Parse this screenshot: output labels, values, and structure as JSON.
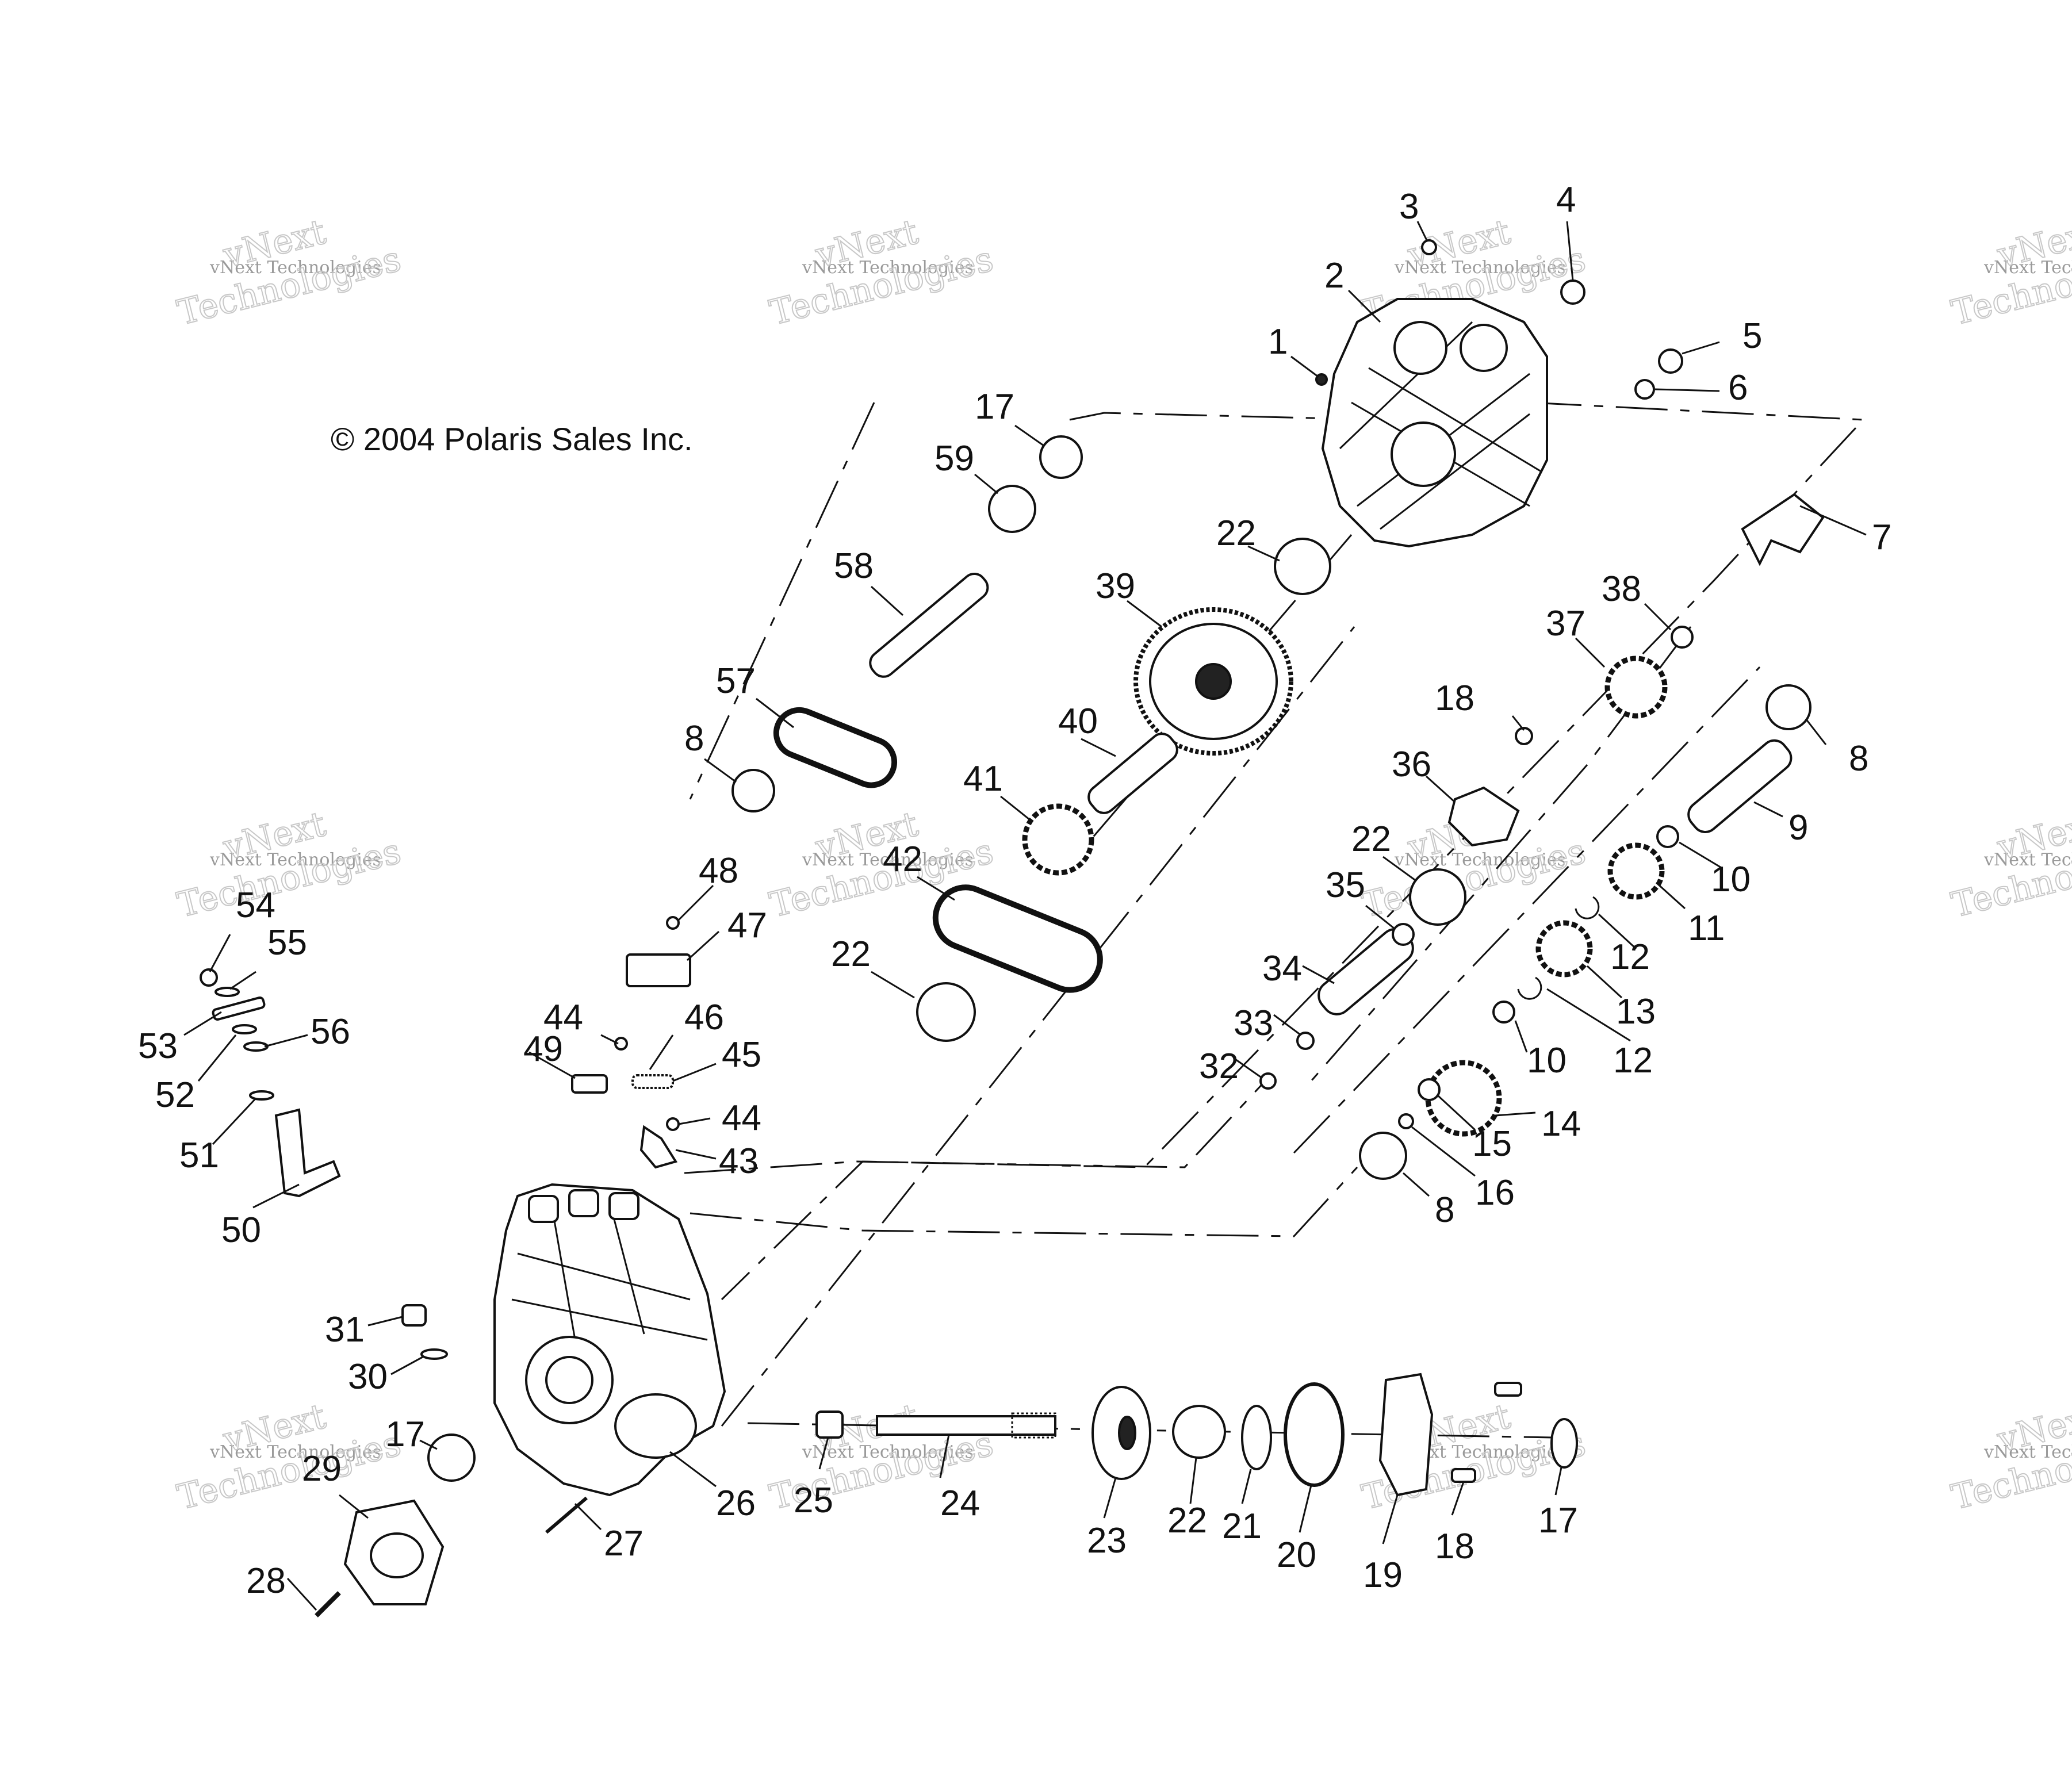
{
  "copyright": "© 2004 Polaris Sales Inc.",
  "watermark": {
    "line1": "vNext Technologies",
    "line2": "vNext",
    "line3": "Technologies"
  },
  "callouts": [
    {
      "id": "c1",
      "label": "1"
    },
    {
      "id": "c2",
      "label": "2"
    },
    {
      "id": "c3",
      "label": "3"
    },
    {
      "id": "c4",
      "label": "4"
    },
    {
      "id": "c5",
      "label": "5"
    },
    {
      "id": "c6",
      "label": "6"
    },
    {
      "id": "c7",
      "label": "7"
    },
    {
      "id": "c8a",
      "label": "8"
    },
    {
      "id": "c8b",
      "label": "8"
    },
    {
      "id": "c8c",
      "label": "8"
    },
    {
      "id": "c9",
      "label": "9"
    },
    {
      "id": "c10a",
      "label": "10"
    },
    {
      "id": "c10b",
      "label": "10"
    },
    {
      "id": "c11",
      "label": "11"
    },
    {
      "id": "c12a",
      "label": "12"
    },
    {
      "id": "c12b",
      "label": "12"
    },
    {
      "id": "c13",
      "label": "13"
    },
    {
      "id": "c14",
      "label": "14"
    },
    {
      "id": "c15",
      "label": "15"
    },
    {
      "id": "c16",
      "label": "16"
    },
    {
      "id": "c17a",
      "label": "17"
    },
    {
      "id": "c17b",
      "label": "17"
    },
    {
      "id": "c17c",
      "label": "17"
    },
    {
      "id": "c18a",
      "label": "18"
    },
    {
      "id": "c18b",
      "label": "18"
    },
    {
      "id": "c19",
      "label": "19"
    },
    {
      "id": "c20",
      "label": "20"
    },
    {
      "id": "c21",
      "label": "21"
    },
    {
      "id": "c22a",
      "label": "22"
    },
    {
      "id": "c22b",
      "label": "22"
    },
    {
      "id": "c22c",
      "label": "22"
    },
    {
      "id": "c22d",
      "label": "22"
    },
    {
      "id": "c23",
      "label": "23"
    },
    {
      "id": "c24",
      "label": "24"
    },
    {
      "id": "c25",
      "label": "25"
    },
    {
      "id": "c26",
      "label": "26"
    },
    {
      "id": "c27",
      "label": "27"
    },
    {
      "id": "c28",
      "label": "28"
    },
    {
      "id": "c29",
      "label": "29"
    },
    {
      "id": "c30",
      "label": "30"
    },
    {
      "id": "c31",
      "label": "31"
    },
    {
      "id": "c32",
      "label": "32"
    },
    {
      "id": "c33",
      "label": "33"
    },
    {
      "id": "c34",
      "label": "34"
    },
    {
      "id": "c35",
      "label": "35"
    },
    {
      "id": "c36",
      "label": "36"
    },
    {
      "id": "c37",
      "label": "37"
    },
    {
      "id": "c38",
      "label": "38"
    },
    {
      "id": "c39",
      "label": "39"
    },
    {
      "id": "c40",
      "label": "40"
    },
    {
      "id": "c41",
      "label": "41"
    },
    {
      "id": "c42",
      "label": "42"
    },
    {
      "id": "c43",
      "label": "43"
    },
    {
      "id": "c44a",
      "label": "44"
    },
    {
      "id": "c44b",
      "label": "44"
    },
    {
      "id": "c45",
      "label": "45"
    },
    {
      "id": "c46",
      "label": "46"
    },
    {
      "id": "c47",
      "label": "47"
    },
    {
      "id": "c48",
      "label": "48"
    },
    {
      "id": "c49",
      "label": "49"
    },
    {
      "id": "c50",
      "label": "50"
    },
    {
      "id": "c51",
      "label": "51"
    },
    {
      "id": "c52",
      "label": "52"
    },
    {
      "id": "c53",
      "label": "53"
    },
    {
      "id": "c54",
      "label": "54"
    },
    {
      "id": "c55",
      "label": "55"
    },
    {
      "id": "c56",
      "label": "56"
    },
    {
      "id": "c57",
      "label": "57"
    },
    {
      "id": "c58",
      "label": "58"
    },
    {
      "id": "c59",
      "label": "59"
    }
  ]
}
